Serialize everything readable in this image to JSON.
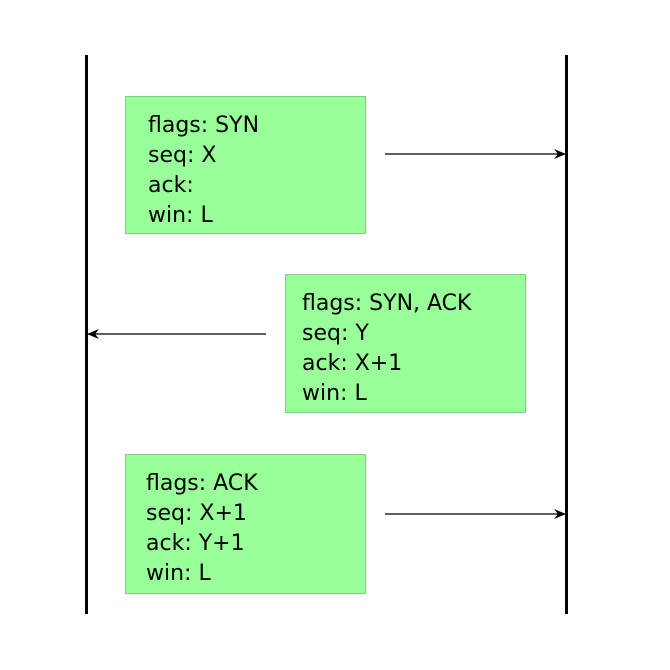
{
  "messages": [
    {
      "direction": "right",
      "flags": "flags: SYN",
      "seq": "seq: X",
      "ack": "ack:",
      "win": "win: L"
    },
    {
      "direction": "left",
      "flags": "flags: SYN, ACK",
      "seq": "seq: Y",
      "ack": "ack: X+1",
      "win": "win: L"
    },
    {
      "direction": "right",
      "flags": "flags: ACK",
      "seq": "seq: X+1",
      "ack": "ack: Y+1",
      "win": "win: L"
    }
  ],
  "colors": {
    "box_fill": "#99ff99",
    "box_border": "#7fcf7f",
    "line": "#000000"
  }
}
